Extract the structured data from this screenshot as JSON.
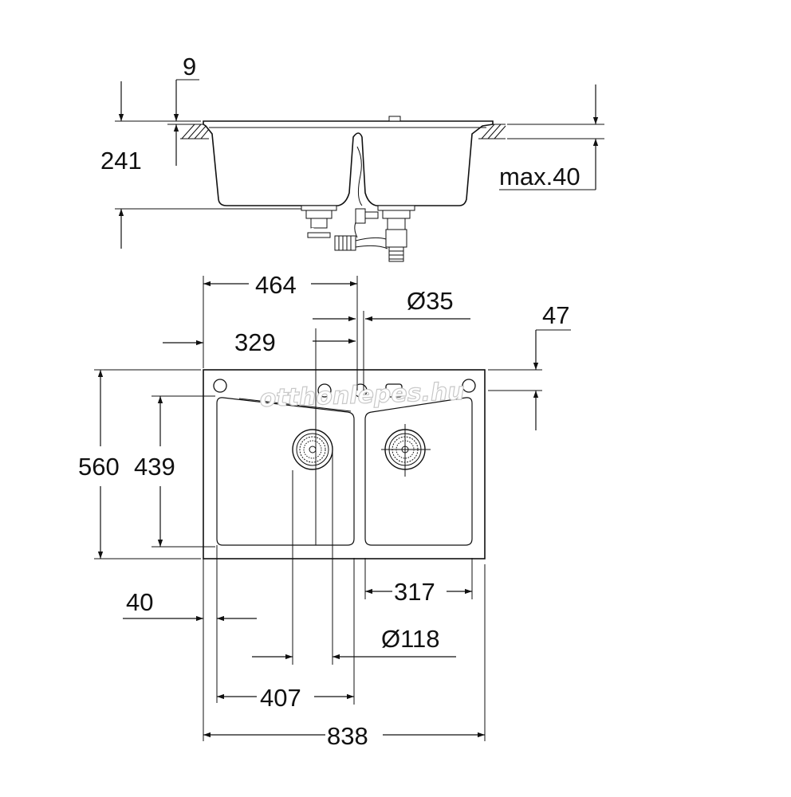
{
  "elevation": {
    "dim_9": "9",
    "dim_241": "241",
    "dim_max40": "max.40"
  },
  "plan": {
    "dim_464": "464",
    "dim_d35": "Ø35",
    "dim_47": "47",
    "dim_329": "329",
    "dim_560": "560",
    "dim_439": "439",
    "dim_317": "317",
    "dim_40": "40",
    "dim_d118": "Ø118",
    "dim_407": "407",
    "dim_838": "838"
  },
  "watermark": "otthonlepes.hu"
}
